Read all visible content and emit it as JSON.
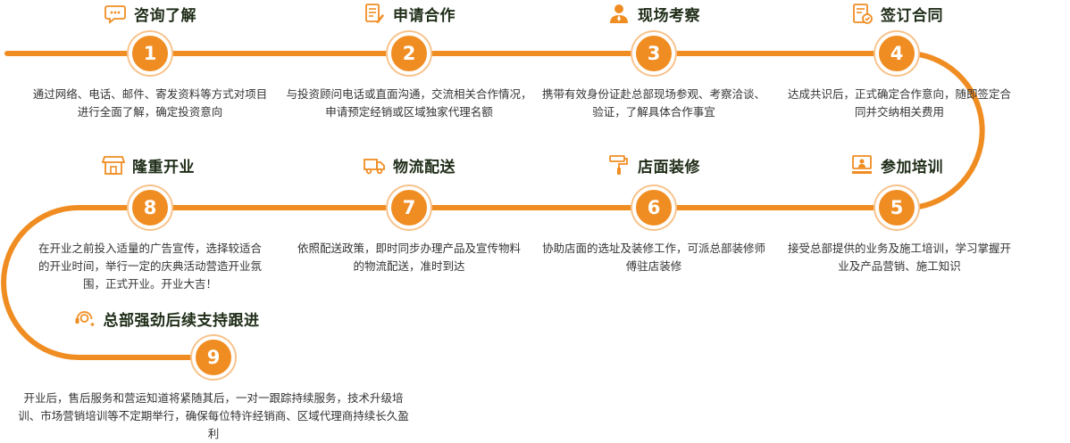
{
  "colors": {
    "accent": "#f08d22",
    "title_text": "#1f2d18",
    "body_text": "#333333"
  },
  "steps": [
    {
      "number": "1",
      "title": "咨询了解",
      "icon": "chat-bubble-icon",
      "desc": "通过网络、电话、邮件、寄发资料等方式对项目进行全面了解，确定投资意向"
    },
    {
      "number": "2",
      "title": "申请合作",
      "icon": "application-form-icon",
      "desc": "与投资顾问电话或直面沟通，交流相关合作情况，申请预定经销或区域独家代理名额"
    },
    {
      "number": "3",
      "title": "现场考察",
      "icon": "person-icon",
      "desc": "携带有效身份证赴总部现场参观、考察洽谈、验证，了解具体合作事宜"
    },
    {
      "number": "4",
      "title": "签订合同",
      "icon": "contract-icon",
      "desc": "达成共识后，正式确定合作意向，随即签定合同并交纳相关费用"
    },
    {
      "number": "5",
      "title": "参加培训",
      "icon": "training-icon",
      "desc": "接受总部提供的业务及施工培训，学习掌握开业及产品营销、施工知识"
    },
    {
      "number": "6",
      "title": "店面装修",
      "icon": "paint-roller-icon",
      "desc": "协助店面的选址及装修工作，可派总部装修师傅驻店装修"
    },
    {
      "number": "7",
      "title": "物流配送",
      "icon": "delivery-truck-icon",
      "desc": "依照配送政策，即时同步办理产品及宣传物料的物流配送，准时到达"
    },
    {
      "number": "8",
      "title": "隆重开业",
      "icon": "storefront-icon",
      "desc": "在开业之前投入适量的广告宣传，选择较适合的开业时间，举行一定的庆典活动营造开业氛围，正式开业。开业大吉！"
    },
    {
      "number": "9",
      "title": "总部强劲后续支持跟进",
      "icon": "support-headset-icon",
      "desc": "开业后，售后服务和营运知道将紧随其后，一对一跟踪持续服务，技术升级培训、市场营销培训等不定期举行，确保每位特许经销商、区域代理商持续长久盈利"
    }
  ]
}
